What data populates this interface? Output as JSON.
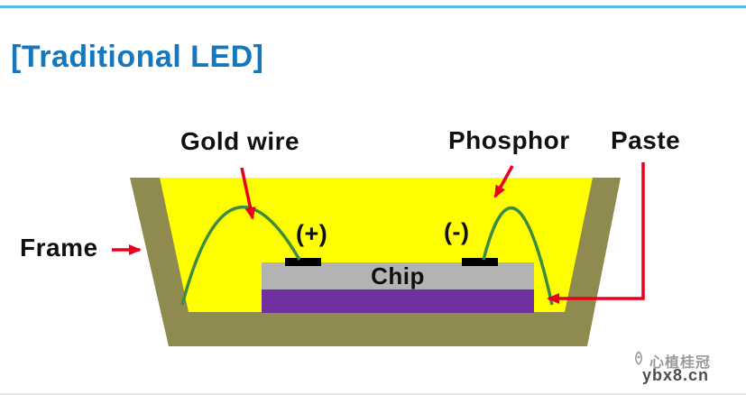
{
  "title": "[Traditional LED]",
  "labels": {
    "gold_wire": "Gold wire",
    "phosphor": "Phosphor",
    "paste": "Paste",
    "frame": "Frame",
    "chip": "Chip",
    "anode": "(+)",
    "cathode": "(-)"
  },
  "watermark": {
    "name": "心植桂冠",
    "site": "ybx8.cn"
  },
  "colors": {
    "title_blue": "#1577be",
    "top_line_blue": "#57b7e6",
    "frame_olive": "#8f8a50",
    "phosphor_yellow": "#ffff00",
    "chip_gray": "#b3b3b3",
    "paste_purple": "#7030a0",
    "wire_green": "#3c8c40",
    "arrow_red": "#e8001c",
    "label_black": "#101010",
    "watermark_gray": "#9a9a9a"
  }
}
